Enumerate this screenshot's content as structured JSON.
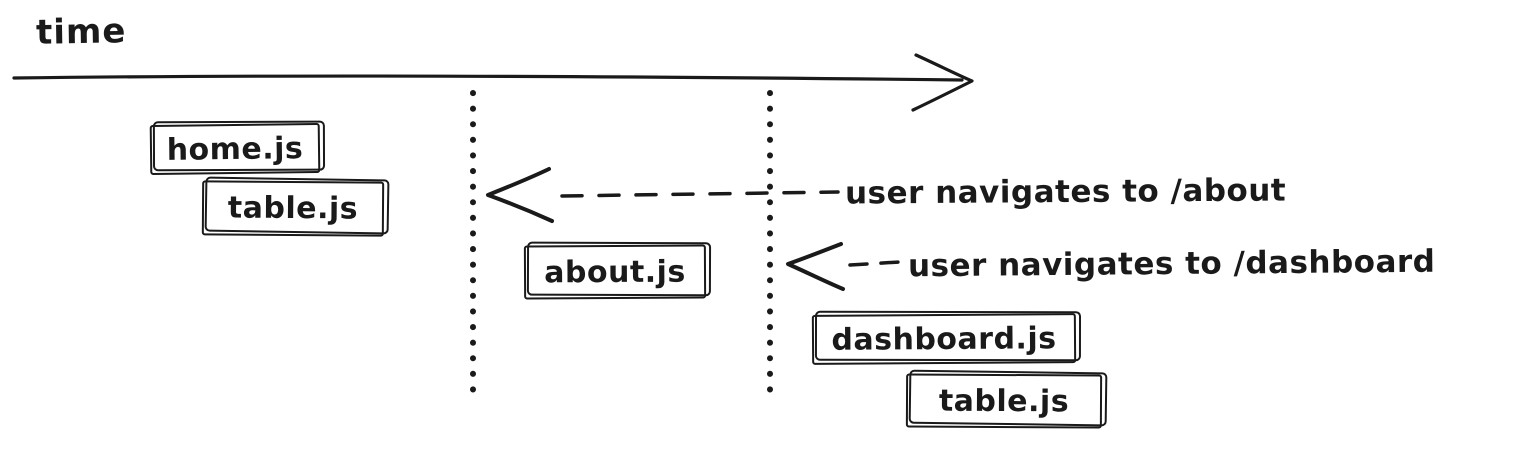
{
  "diagram": {
    "timeline_label": "time",
    "file_boxes": [
      {
        "label": "home.js"
      },
      {
        "label": "table.js"
      },
      {
        "label": "about.js"
      },
      {
        "label": "dashboard.js"
      },
      {
        "label": "table.js"
      }
    ],
    "annotations": [
      {
        "label": "user navigates to /about"
      },
      {
        "label": "user navigates to /dashboard"
      }
    ],
    "colors": {
      "stroke": "#1a1a1a",
      "background": "#ffffff"
    }
  }
}
